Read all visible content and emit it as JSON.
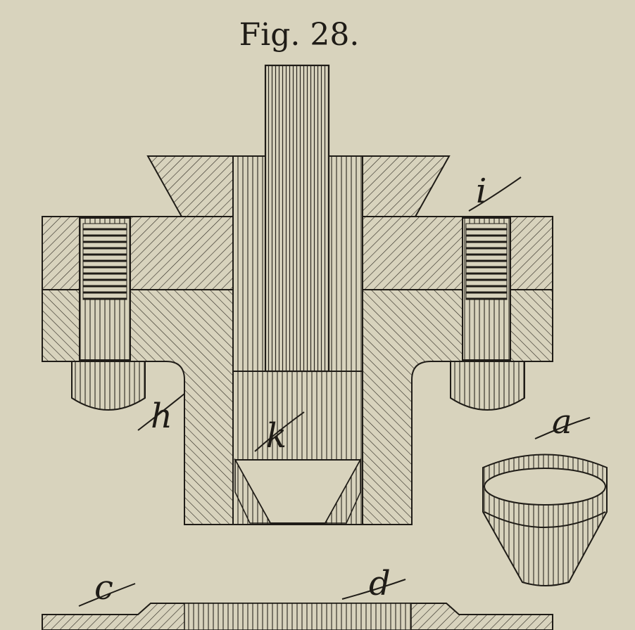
{
  "figure": {
    "title": "Fig. 28.",
    "labels": {
      "h": "h",
      "i": "i",
      "k": "k",
      "a": "a",
      "c": "c",
      "d": "d"
    }
  },
  "colors": {
    "paper": "#d8d3bd",
    "ink": "#1f1c17"
  }
}
